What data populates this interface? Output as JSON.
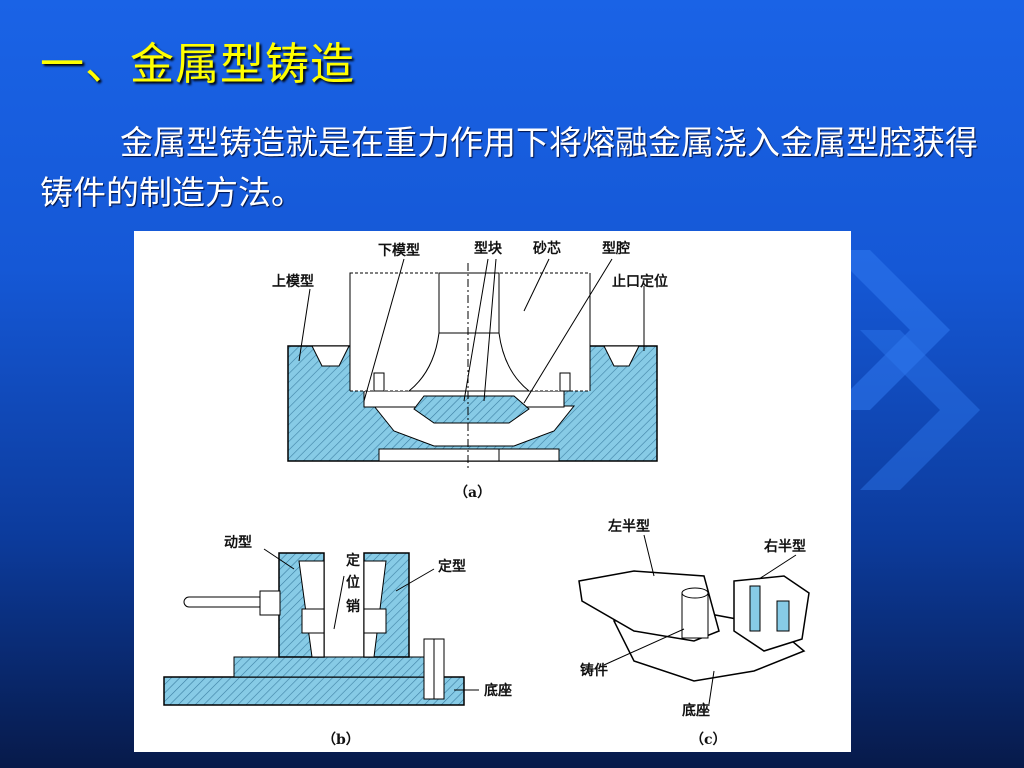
{
  "title": "一、金属型铸造",
  "paragraph": "金属型铸造就是在重力作用下将熔融金属浇入金属型腔获得铸件的制造方法。",
  "figure": {
    "a": {
      "caption": "（a）",
      "labels": {
        "lower_mold": "下模型",
        "block": "型块",
        "sand_core": "砂芯",
        "cavity": "型腔",
        "upper_mold": "上模型",
        "stop_locate": "止口定位"
      }
    },
    "b": {
      "caption": "（b）",
      "labels": {
        "moving": "动型",
        "pin1": "定",
        "pin2": "位",
        "pin3": "销",
        "fixed": "定型",
        "base": "底座"
      }
    },
    "c": {
      "caption": "（c）",
      "labels": {
        "left_half": "左半型",
        "right_half": "右半型",
        "casting": "铸件",
        "base": "底座"
      }
    }
  },
  "colors": {
    "background": "#1558d6",
    "title": "#ffff00",
    "text": "#ffffff",
    "mold_fill": "#87cbe6"
  }
}
